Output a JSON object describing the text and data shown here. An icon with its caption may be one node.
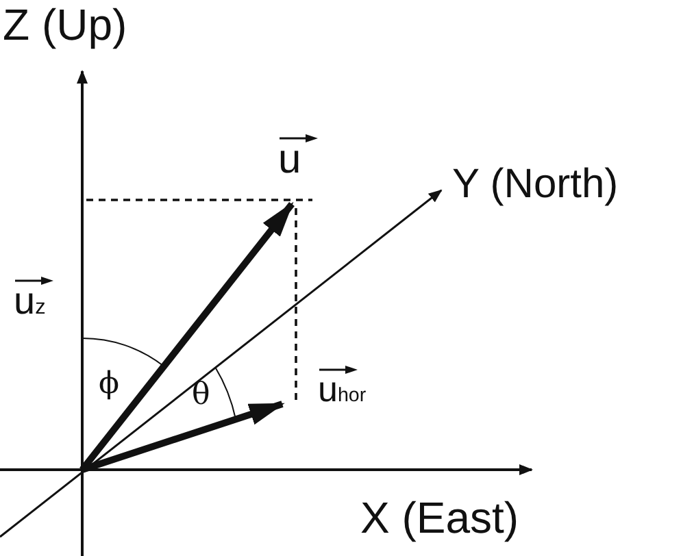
{
  "diagram": {
    "labels": [
      "Z (Up)",
      "u",
      "Y (North)",
      "u$_{z}$",
      "ϕ",
      "θ",
      "u$_{hor}$",
      "X (East)"
    ]
  }
}
